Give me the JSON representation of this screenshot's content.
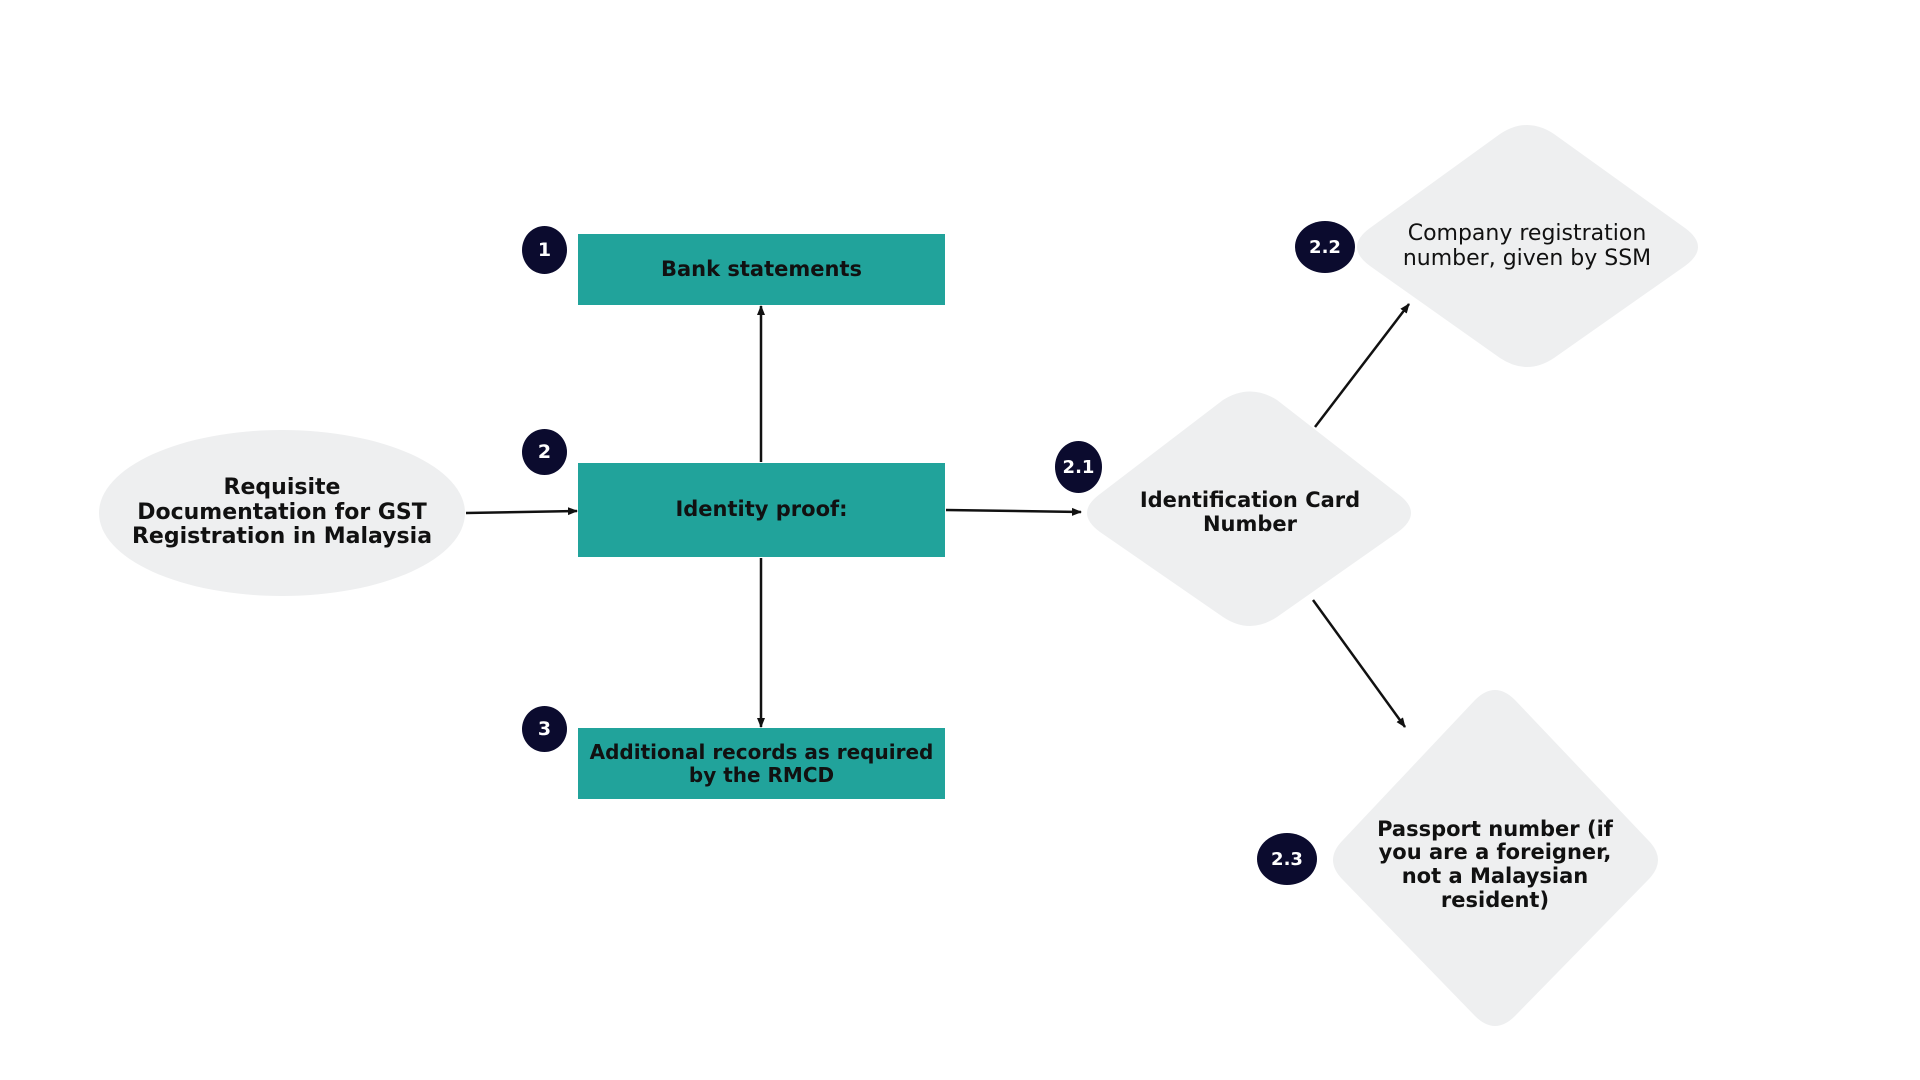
{
  "diagram": {
    "root": {
      "label": "Requisite Documentation for GST Registration in Malaysia"
    },
    "boxes": {
      "bank": {
        "label": "Bank statements",
        "badge": "1"
      },
      "identity": {
        "label": "Identity proof:",
        "badge": "2"
      },
      "additional": {
        "label": "Additional records as required by the RMCD",
        "badge": "3"
      }
    },
    "diamonds": {
      "id_card": {
        "label": "Identification Card Number",
        "badge": "2.1"
      },
      "company": {
        "label": "Company registration number, given by SSM",
        "badge": "2.2"
      },
      "passport": {
        "label": "Passport number (if you are a foreigner, not a Malaysian resident)",
        "badge": "2.3"
      }
    },
    "colors": {
      "box_fill": "#21a39b",
      "shape_fill": "#eeeff0",
      "badge_fill": "#0b0b2e",
      "arrow": "#111111"
    }
  }
}
